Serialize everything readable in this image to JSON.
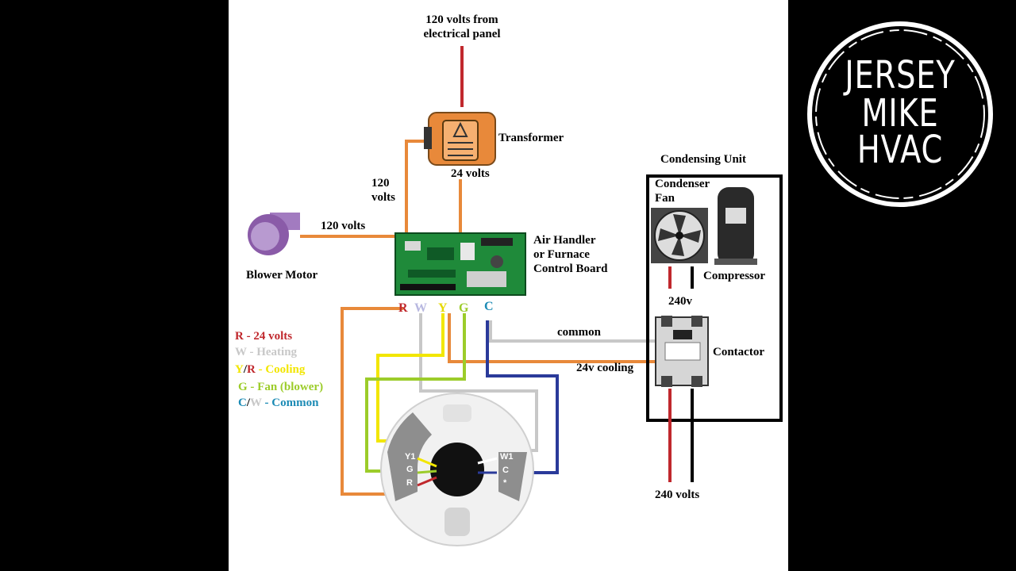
{
  "diagram": {
    "labels": {
      "panel_source": "120 volts from\nelectrical panel",
      "transformer": "Transformer",
      "transformer_out": "24 volts",
      "feed_120": "120\nvolts",
      "blower_volts": "120 volts",
      "blower": "Blower Motor",
      "board": "Air Handler\nor Furnace\nControl Board",
      "condensing_unit": "Condensing Unit",
      "condenser_fan": "Condenser\nFan",
      "compressor": "Compressor",
      "volts_240_top": "240v",
      "common": "common",
      "contactor": "Contactor",
      "cooling_24v": "24v cooling",
      "volts_240_bottom": "240 volts"
    },
    "terminals": {
      "r": "R",
      "w": "W",
      "y": "Y",
      "g": "G",
      "c": "C"
    },
    "thermostat_terminals": {
      "y1": "Y1",
      "g": "G",
      "r": "R",
      "w1": "W1",
      "c": "C",
      "star": "*"
    },
    "legend": [
      {
        "letters": "R",
        "sep": "",
        "letters2": "",
        "text": " - 24 volts",
        "color": "#c0282d",
        "color2": ""
      },
      {
        "letters": "W",
        "sep": "",
        "letters2": "",
        "text": " - Heating",
        "color": "#c8c8c8",
        "color2": ""
      },
      {
        "letters": "Y",
        "sep": "/",
        "letters2": "R",
        "text": " - Cooling",
        "color": "#f2e600",
        "color2": "#c0282d"
      },
      {
        "letters": "G",
        "sep": "",
        "letters2": "",
        "text": " - Fan (blower)",
        "color": "#9ccc2a",
        "color2": ""
      },
      {
        "letters": "C",
        "sep": "/",
        "letters2": "W",
        "text": " - Common",
        "color": "#1c8bb5",
        "color2": "#c8c8c8"
      }
    ],
    "colors": {
      "red": "#c0282d",
      "orange": "#e8893a",
      "yellow": "#f2e600",
      "green": "#9ccc2a",
      "white_wire": "#c8c8c8",
      "blue": "#2a3a9a",
      "black": "#000000",
      "board": "#1f8a3a",
      "blower": "#8a5ba8"
    }
  },
  "logo": {
    "line1": "JERSEY",
    "line2": "MIKE",
    "line3": "HVAC"
  }
}
